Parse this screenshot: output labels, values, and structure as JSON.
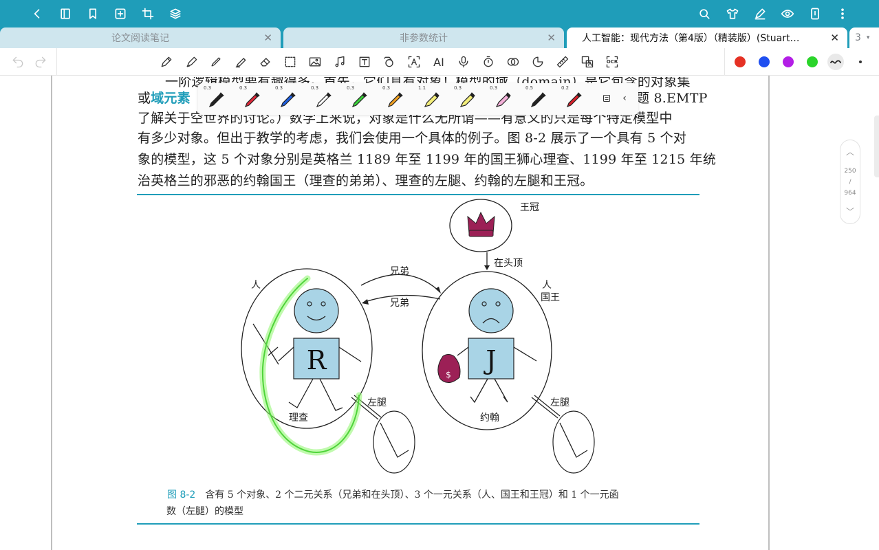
{
  "tabs": [
    {
      "label": "论文阅读笔记",
      "active": false
    },
    {
      "label": "非参数统计",
      "active": false
    },
    {
      "label": "人工智能：现代方法（第4版）（精装版）(Stuart…",
      "active": true
    }
  ],
  "tab_close_glyph": "✕",
  "tab_count": "3",
  "tab_count_caret": "▾",
  "colors": {
    "accent": "#1f9db9",
    "swatches": [
      "#e53124",
      "#1f4ff0",
      "#b31ee6",
      "#2ad42a"
    ],
    "highlight": "#7df060"
  },
  "top_icons_left": [
    "back-icon",
    "notebook-icon",
    "bookmark-icon",
    "add-page-icon",
    "crop-icon",
    "layers-icon"
  ],
  "top_icons_right": [
    "search-icon",
    "shirt-icon",
    "pen-edit-icon",
    "eye-icon",
    "phone-icon",
    "more-vert-icon"
  ],
  "tools": [
    "pencil-icon",
    "pen-icon",
    "brush-icon",
    "highlighter-icon",
    "eraser-icon",
    "lasso-select-icon",
    "image-icon",
    "music-icon",
    "text-box-icon",
    "shapes-icon",
    "text-recognize-icon",
    "ai-text-icon",
    "mic-icon",
    "timer-icon",
    "link-icon",
    "sticker-icon",
    "ruler-icon",
    "translate-icon",
    "ocr-icon"
  ],
  "tools_text": {
    "ai": "AI",
    "ocr": "OCR"
  },
  "pen_presets": [
    {
      "width": "0.3",
      "color": "#222222",
      "kind": "pen"
    },
    {
      "width": "0.3",
      "color": "#e0283a",
      "kind": "pen"
    },
    {
      "width": "0.3",
      "color": "#1e5fe0",
      "kind": "pen"
    },
    {
      "width": "0.3",
      "color": "#ffffff",
      "kind": "pen"
    },
    {
      "width": "0.3",
      "color": "#3ad03a",
      "kind": "pen"
    },
    {
      "width": "0.3",
      "color": "#f0a020",
      "kind": "pen"
    },
    {
      "width": "1.1",
      "color": "#f3ee7a",
      "kind": "highlighter"
    },
    {
      "width": "0.3",
      "color": "#f3ee7a",
      "kind": "highlighter"
    },
    {
      "width": "0.3",
      "color": "#f3b0d8",
      "kind": "highlighter"
    },
    {
      "width": "0.5",
      "color": "#222222",
      "kind": "pen"
    },
    {
      "width": "0.2",
      "color": "#d8202a",
      "kind": "pen"
    }
  ],
  "page": {
    "line1": "一阶逻辑模型要有趣得多。首先，它们具有对象！模型的域（domain）是它包含的对象集",
    "line2_prefix": "或",
    "line2_term": "域元素",
    "line2_tail": "题 8.EMTP",
    "line3": "了解关于空世界的讨论。）数学上来说，对象是什么无所谓——有意义的只是每个特定模型中",
    "line4": "有多少对象。但出于教学的考虑，我们会使用一个具体的例子。图 8-2 展示了一个具有 5 个对",
    "line5": "象的模型，这 5 个对象分别是英格兰 1189 年至 1199 年的国王狮心理查、1199 年至 1215 年统",
    "line6": "治英格兰的邪恶的约翰国王（理查的弟弟）、理查的左腿、约翰的左腿和王冠。"
  },
  "figure": {
    "crown_label": "王冠",
    "on_head_label": "在头顶",
    "brother_label_top": "兄弟",
    "brother_label_bottom": "兄弟",
    "person_label": "人",
    "king_person_label": "人",
    "king_label": "国王",
    "richard_letter": "R",
    "john_letter": "J",
    "money_symbol": "$",
    "richard_name": "理查",
    "john_name": "约翰",
    "left_leg_label_1": "左腿",
    "left_leg_label_2": "左腿",
    "caption_num": "图 8-2",
    "caption_line1": "含有 5 个对象、2 个二元关系（兄弟和在头顶）、3 个一元关系（人、国王和王冠）和 1 个一元函",
    "caption_line2": "数（左腿）的模型"
  },
  "page_indicator": {
    "current": "250",
    "separator": "/",
    "total": "964",
    "up_glyph": "︿",
    "down_glyph": "﹀"
  },
  "popup_more_glyph": "‹"
}
